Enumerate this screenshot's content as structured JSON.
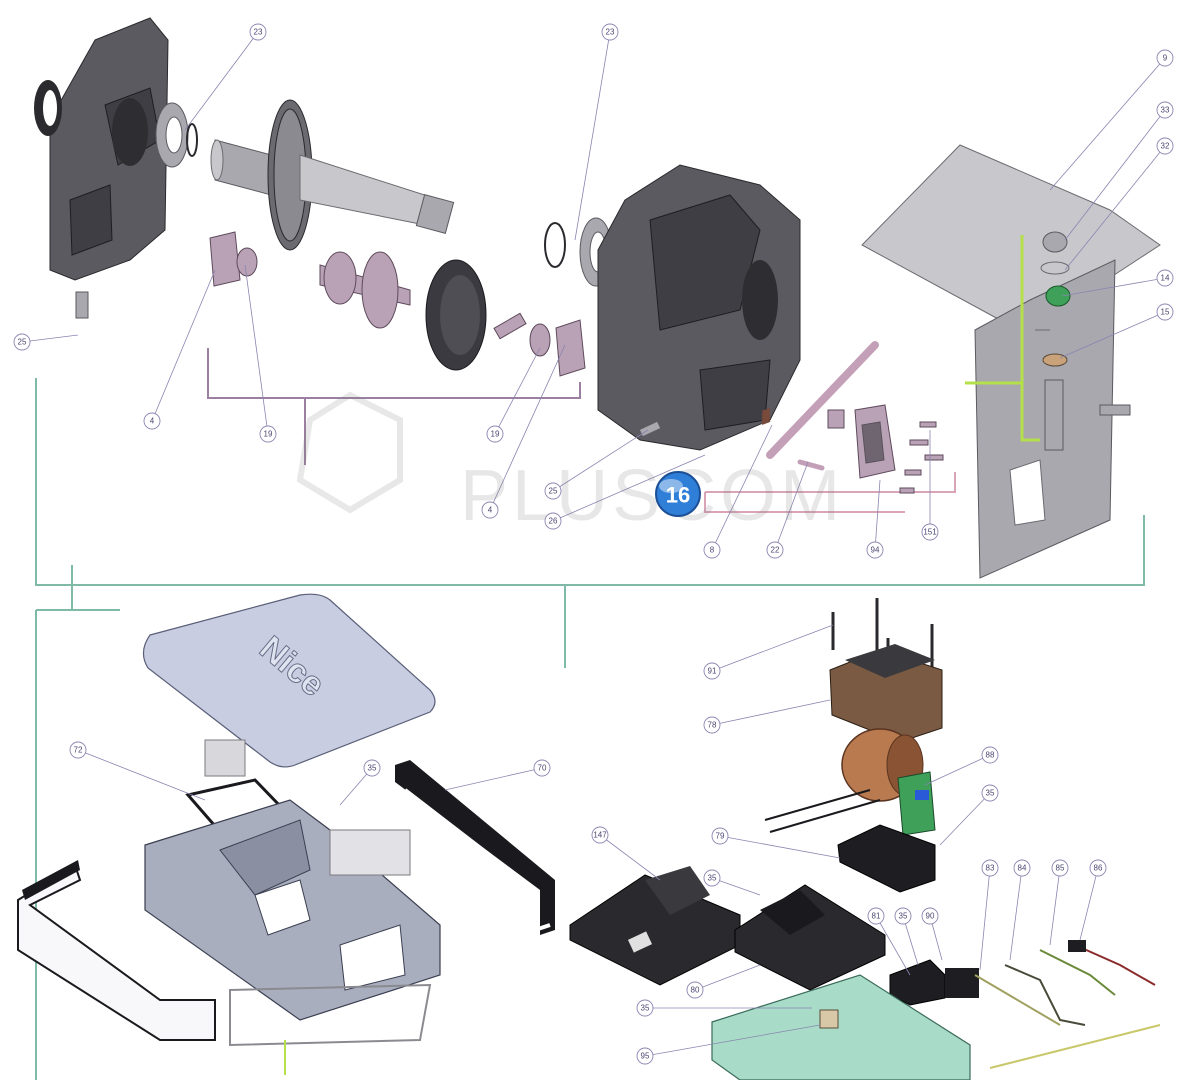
{
  "watermark": {
    "brand": "PLUSCOM",
    "badge": "16"
  },
  "cover": {
    "logo_text": "Nice"
  },
  "callouts": {
    "c23a": "23",
    "c23b": "23",
    "c9": "9",
    "c33": "33",
    "c32": "32",
    "c14": "14",
    "c15": "15",
    "c25a": "25",
    "c4a": "4",
    "c19a": "19",
    "c19b": "19",
    "c4b": "4",
    "c25b": "25",
    "c26": "26",
    "c8": "8",
    "c22": "22",
    "c94": "94",
    "c151": "151",
    "c91": "91",
    "c78": "78",
    "c88": "88",
    "c35a": "35",
    "c79": "79",
    "c72": "72",
    "c35b": "35",
    "c70": "70",
    "c147": "147",
    "c35c": "35",
    "c81": "81",
    "c35d": "35",
    "c90": "90",
    "c83": "83",
    "c84": "84",
    "c85": "85",
    "c86": "86",
    "c80": "80",
    "c35e": "35",
    "c95": "95"
  },
  "colors": {
    "frame_line": "#7fb9a8",
    "gear_bracket": "#9a7fa0",
    "rod_bracket": "#d9a3b8",
    "bracket_highlight": "#b5e04a",
    "callout_stroke": "#8a85b0",
    "badge": "#2f7fd8"
  }
}
